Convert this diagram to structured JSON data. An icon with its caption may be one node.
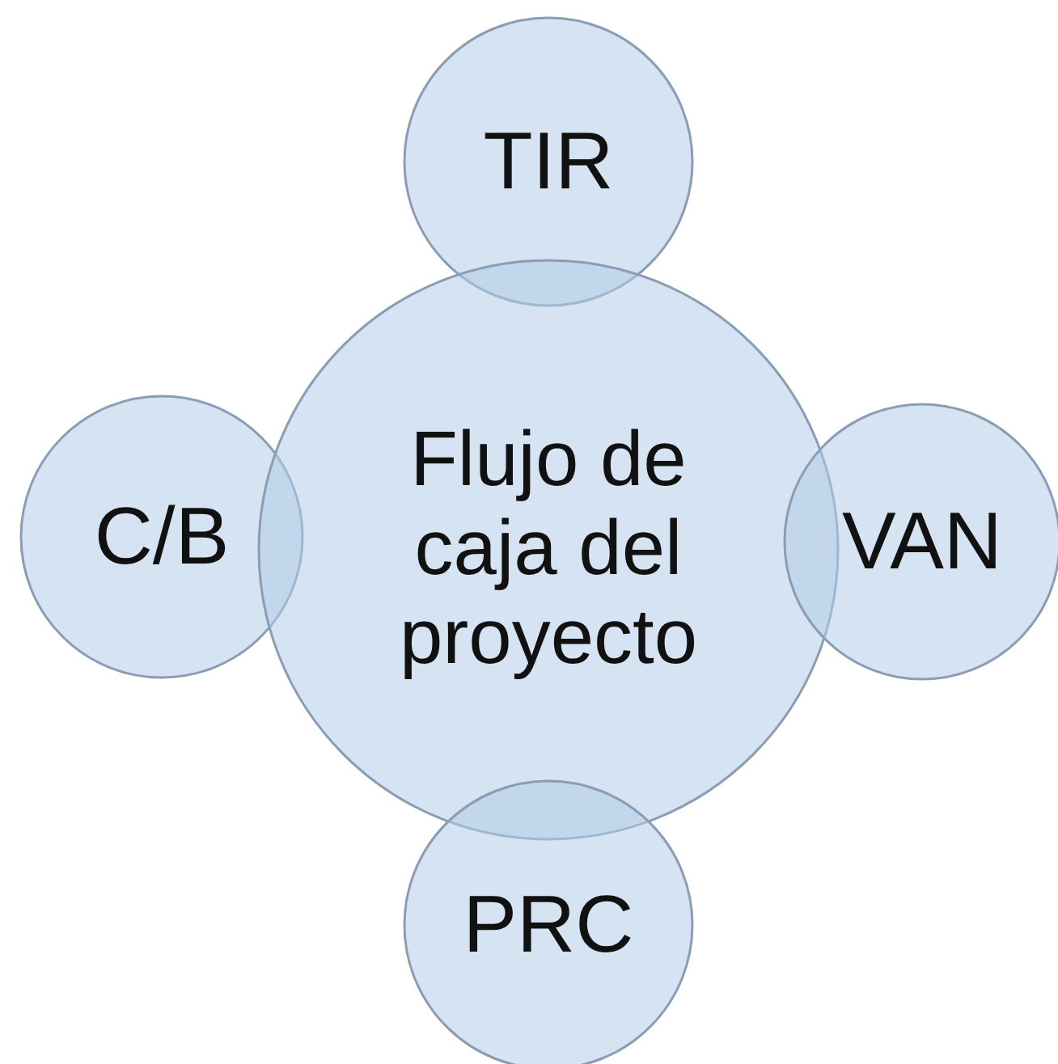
{
  "diagram": {
    "nodes": [
      {
        "text": [
          "TIR"
        ]
      },
      {
        "text": [
          "C/B"
        ]
      },
      {
        "text": [
          "Flujo de caja del proyecto"
        ]
      },
      {
        "text": [
          "VAN"
        ]
      },
      {
        "text": [
          "PRC"
        ]
      }
    ]
  }
}
